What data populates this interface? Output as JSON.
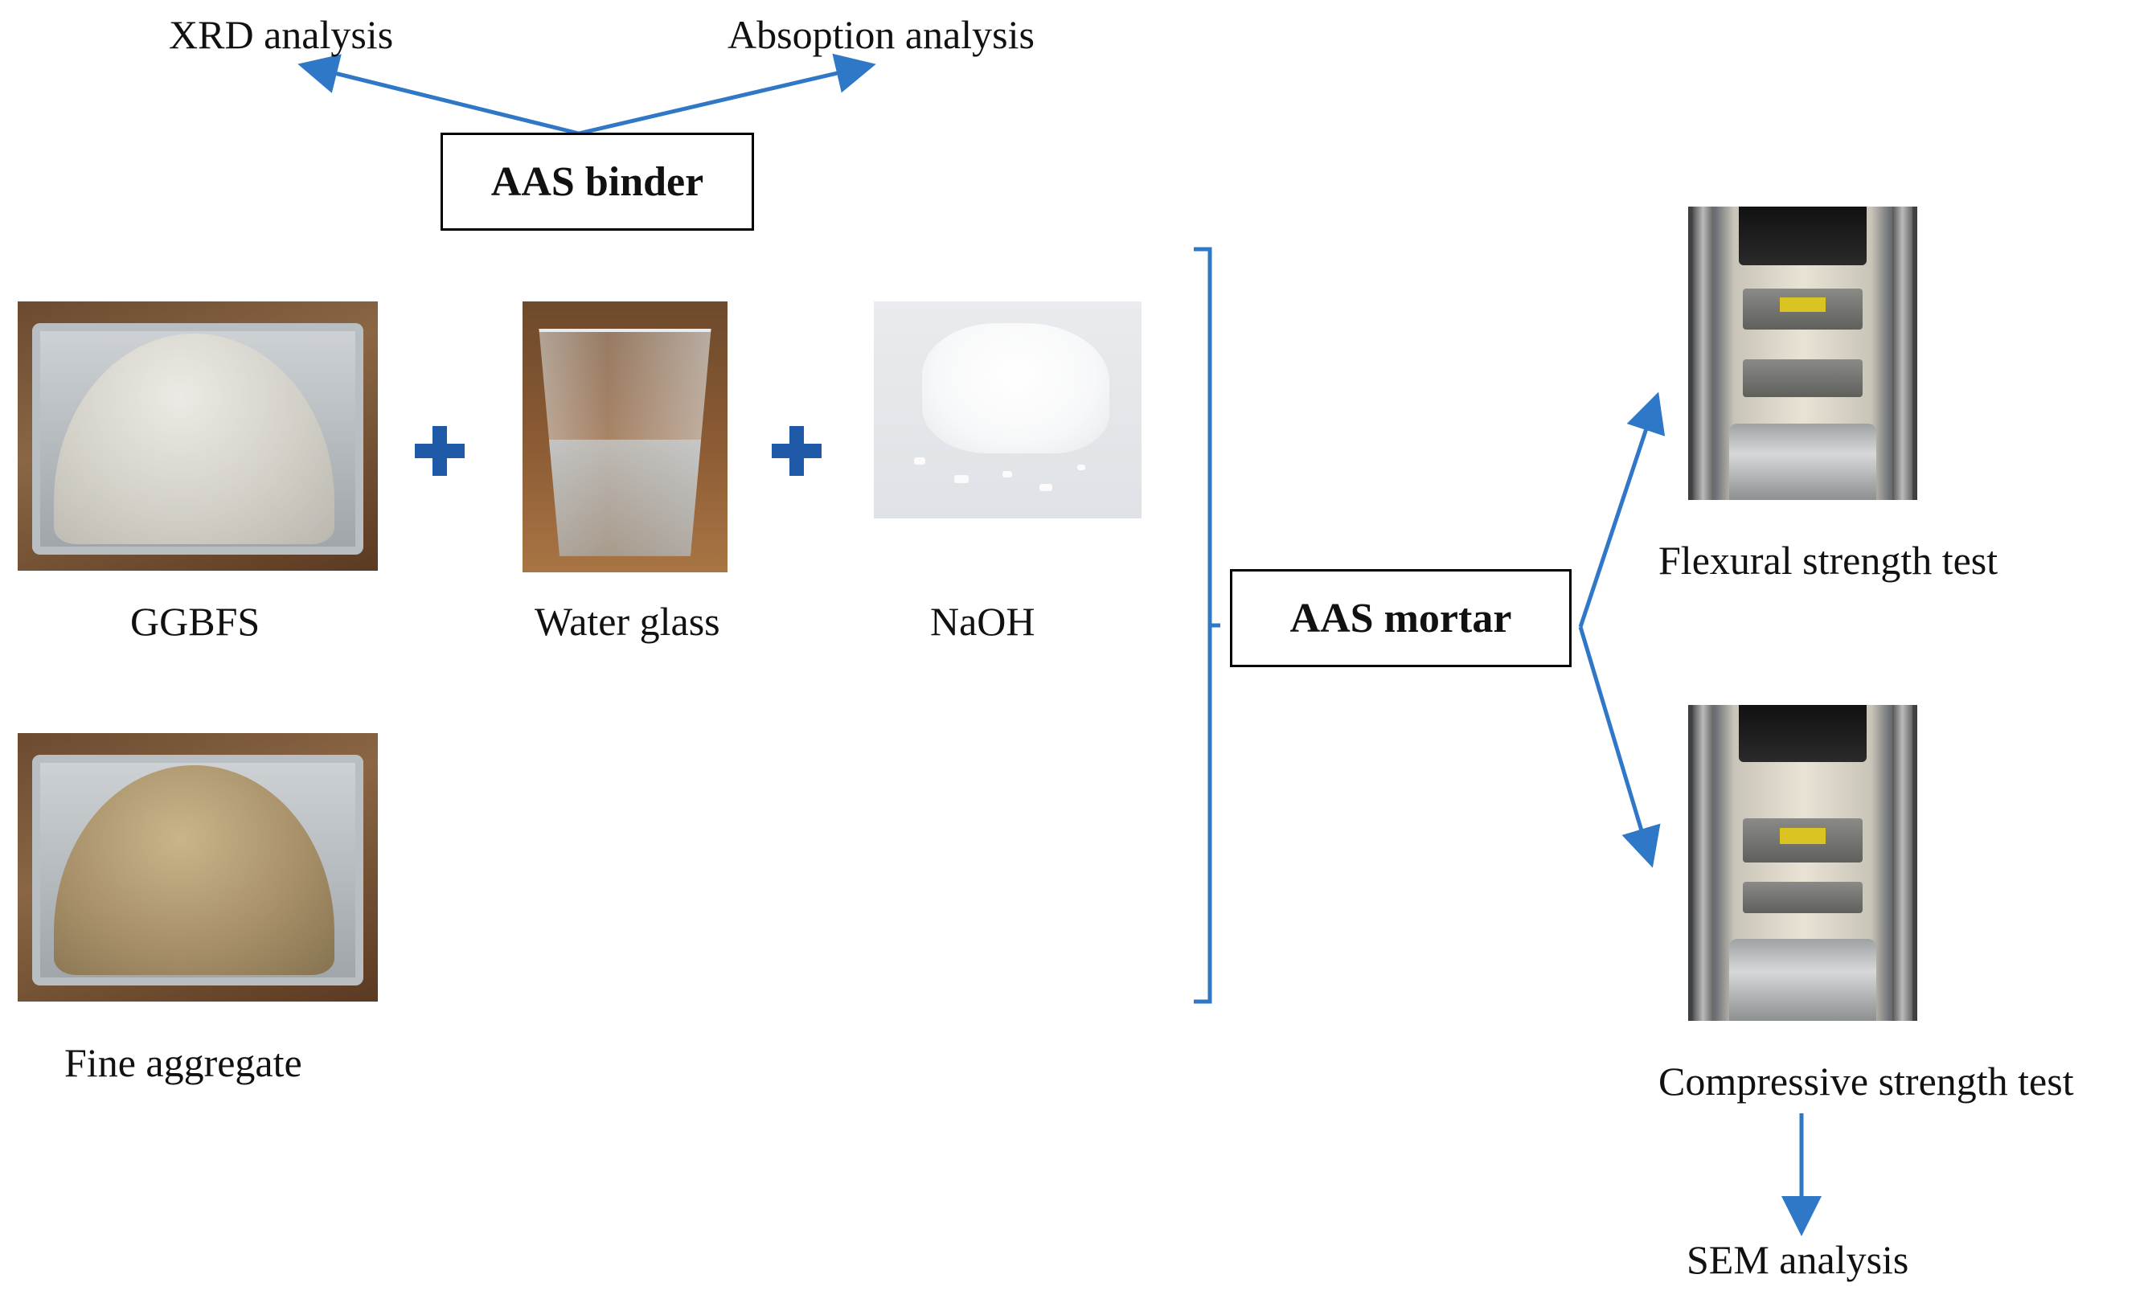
{
  "labels": {
    "xrd_analysis": "XRD analysis",
    "absorption_analysis": "Absoption analysis",
    "aas_binder": "AAS binder",
    "ggbfs": "GGBFS",
    "water_glass": "Water glass",
    "naoh": "NaOH",
    "fine_aggregate": "Fine aggregate",
    "aas_mortar": "AAS mortar",
    "flexural_test": "Flexural strength test",
    "compressive_test": "Compressive strength test",
    "sem_analysis": "SEM analysis"
  },
  "colors": {
    "arrow": "#2f78c8",
    "plus": "#1f5aa8",
    "box_border": "#000000"
  },
  "icons": {
    "plus_1": "plus-icon",
    "plus_2": "plus-icon"
  }
}
